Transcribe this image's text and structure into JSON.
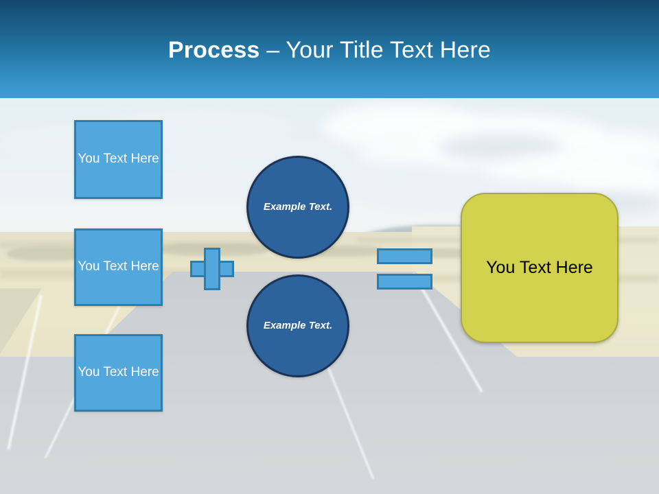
{
  "header": {
    "title_strong": "Process",
    "title_rest": " – Your Title Text Here",
    "background_top_color": "#11486b",
    "background_bottom_color": "#3f9ad2"
  },
  "inputs": {
    "boxes": [
      {
        "label": "You Text Here"
      },
      {
        "label": "You Text Here"
      },
      {
        "label": "You Text Here"
      }
    ],
    "fill_color": "#52a8dd",
    "border_color": "#2f7da8",
    "text_color": "#ffffff"
  },
  "operators": {
    "plus": {
      "symbol": "plus-sign"
    },
    "equals": {
      "symbol": "equals-sign"
    },
    "fill_color": "#52a8dd",
    "border_color": "#2f7da8"
  },
  "circles": {
    "items": [
      {
        "label": "Example Text."
      },
      {
        "label": "Example Text."
      }
    ],
    "fill_color": "#2c639c",
    "border_color": "#1b3255",
    "text_color": "#ffffff"
  },
  "result": {
    "label": "You Text Here",
    "fill_color": "#d2d24e",
    "border_color": "#a9a941",
    "text_color": "#000000"
  },
  "background": {
    "description": "blurred-countryside-road-photo"
  }
}
